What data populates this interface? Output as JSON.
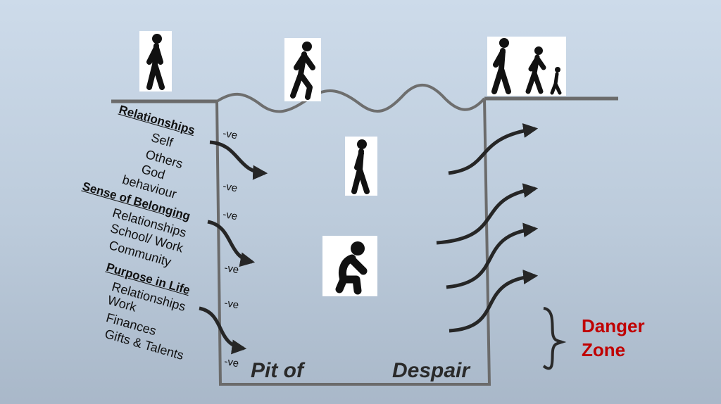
{
  "categories": [
    {
      "heading": "Relationships",
      "items": [
        "Self",
        "Others",
        "God",
        "behaviour"
      ]
    },
    {
      "heading": "Sense of Belonging",
      "items": [
        "Relationships",
        "School/ Work",
        "Community"
      ]
    },
    {
      "heading": "Purpose in Life",
      "items": [
        "Relationships",
        "Work",
        "Finances",
        "Gifts & Talents"
      ]
    }
  ],
  "negative_marks": [
    "-ve",
    "-ve",
    "-ve",
    "-ve",
    "-ve",
    "-ve"
  ],
  "pit_label": {
    "left": "Pit of",
    "right": "Despair"
  },
  "danger_zone": {
    "line1": "Danger",
    "line2": "Zone",
    "color": "#c00000"
  },
  "figures": [
    {
      "icon": "walking-person-icon"
    },
    {
      "icon": "falling-person-icon"
    },
    {
      "icon": "walking-group-icon"
    },
    {
      "icon": "standing-person-icon"
    },
    {
      "icon": "crouching-person-icon"
    }
  ],
  "colors": {
    "pit_walls": "#6b6b6b",
    "arrows": "#262626",
    "water_line": "#6e6e6e"
  }
}
